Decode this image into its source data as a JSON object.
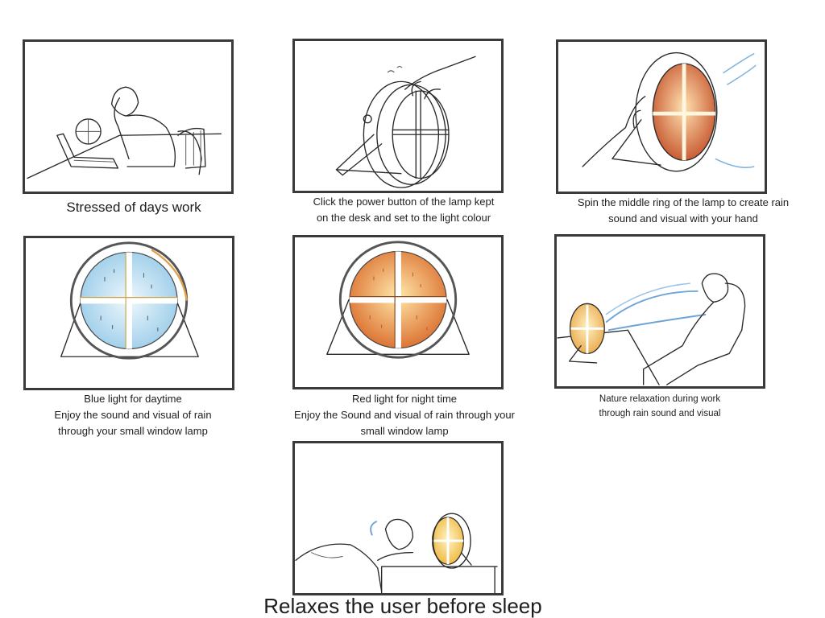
{
  "storyboard": {
    "panels": [
      {
        "id": "stressed",
        "caption_lines": [
          "Stressed of days work"
        ]
      },
      {
        "id": "power",
        "caption_lines": [
          "Click the power button of the lamp kept",
          "on the desk and set to the light colour"
        ]
      },
      {
        "id": "spin",
        "caption_lines": [
          "Spin the middle ring of the lamp to create rain",
          "sound and visual with your hand"
        ]
      },
      {
        "id": "blue",
        "caption_lines": [
          "Blue light for daytime",
          "Enjoy the sound and visual of rain",
          "through your small window lamp"
        ]
      },
      {
        "id": "red",
        "caption_lines": [
          "Red light for night time",
          "Enjoy the Sound and visual of rain through your",
          "small window lamp"
        ]
      },
      {
        "id": "nature",
        "caption_lines": [
          "Nature relaxation during work",
          "through rain sound and visual"
        ]
      },
      {
        "id": "sleep",
        "caption_lines": [
          "Relaxes the user before sleep"
        ]
      }
    ]
  },
  "colors": {
    "frame": "#3a3a3a",
    "blue_light": "#bfe1f2",
    "red_light": "#e8883a",
    "warm_glow": "#f3c24a",
    "wind": "#6fa4d8"
  }
}
